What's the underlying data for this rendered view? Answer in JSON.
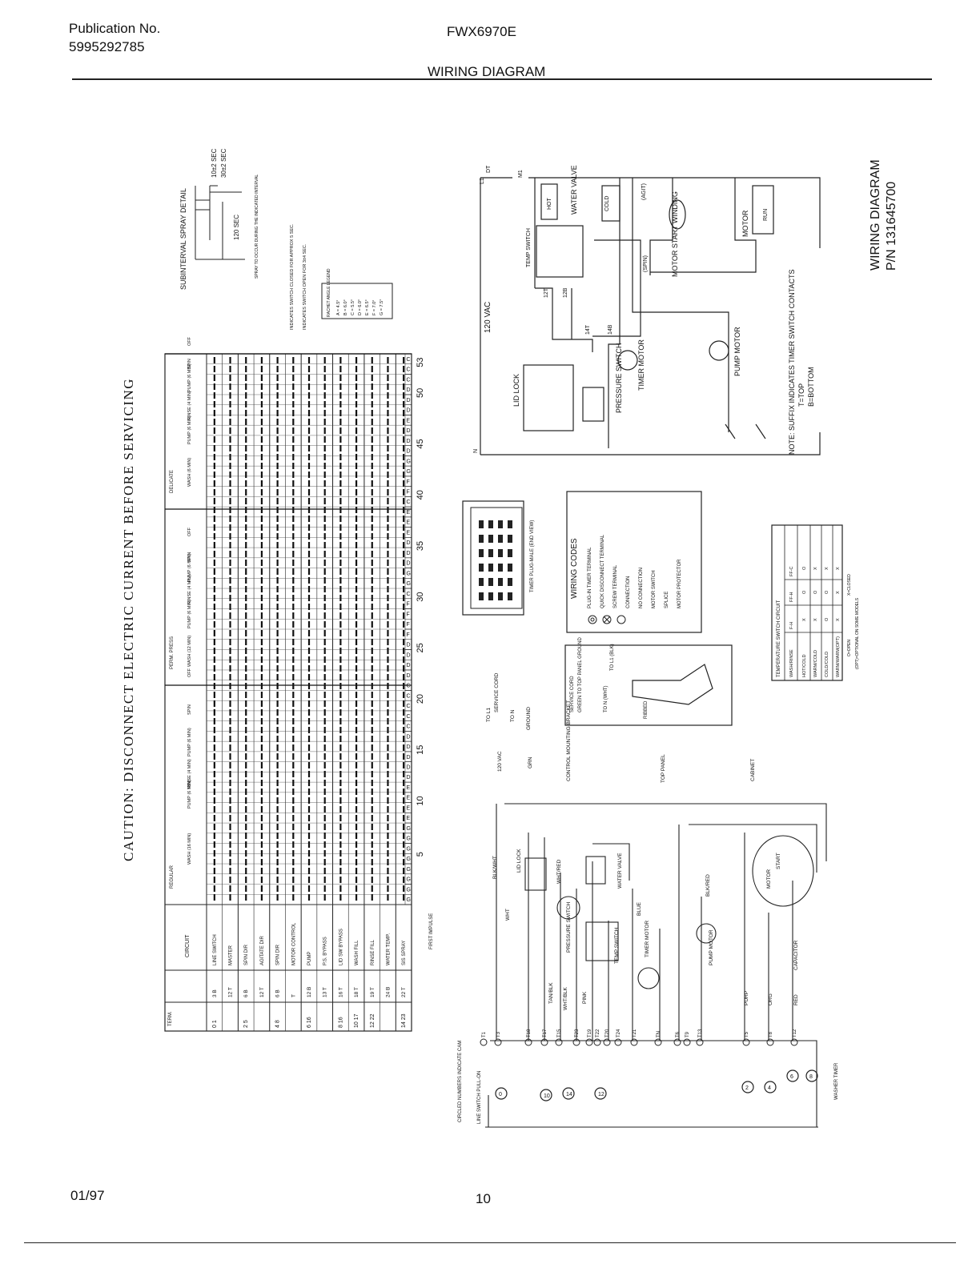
{
  "header": {
    "publication_label": "Publication No.",
    "publication_number": "5995292785",
    "model": "FWX6970E",
    "section_title": "WIRING DIAGRAM"
  },
  "caution": "CAUTION: DISCONNECT ELECTRIC CURRENT BEFORE SERVICING",
  "diagram_title": {
    "line1": "WIRING DIAGRAM",
    "line2": "P/N 131645700"
  },
  "subinterval": {
    "title": "SUBINTERVAL SPRAY DETAIL",
    "t1": "10±2 SEC",
    "t2": "30±2 SEC",
    "t3": "120 SEC",
    "note": "SPRAY TO OCCUR DURING THE INDICATED INTERVAL"
  },
  "symbol_notes": [
    "INDICATES SWITCH CLOSED FOR APPROX 5 SEC.",
    "INDICATES SWITCH OPEN FOR 3±4 SEC."
  ],
  "ratchet_legend": {
    "title": "RACHET ANGLE LEGEND",
    "rows": [
      "A = 4.5°",
      "B = 6.0°",
      "C = 5.5°",
      "D = 6.0°",
      "E = 6.5°",
      "F = 7.0°",
      "G = 7.5°"
    ]
  },
  "timer_chart": {
    "circuit_header": "CIRCUIT",
    "term_header": "TERM.",
    "circuits": [
      {
        "nums": "0 1",
        "term": "3 B",
        "name": "LINE SWITCH"
      },
      {
        "nums": "",
        "term": "12 T",
        "name": "MASTER"
      },
      {
        "nums": "2 5",
        "term": "6 B",
        "name": "SPIN DIR"
      },
      {
        "nums": "",
        "term": "12 T",
        "name": "AGITATE DIR"
      },
      {
        "nums": "4 8",
        "term": "6 B",
        "name": "SPIN DIR"
      },
      {
        "nums": "",
        "term": "T",
        "name": "MOTOR CONTROL"
      },
      {
        "nums": "6 16",
        "term": "12 B",
        "name": "PUMP"
      },
      {
        "nums": "",
        "term": "13 T",
        "name": "P.S. BYPASS"
      },
      {
        "nums": "8 16",
        "term": "16 T",
        "name": "LID SW BYPASS"
      },
      {
        "nums": "10 17",
        "term": "18 T",
        "name": "WASH FILL"
      },
      {
        "nums": "12 22",
        "term": "19 T",
        "name": "RINSE FILL"
      },
      {
        "nums": "",
        "term": "24 B",
        "name": "WATER TEMP."
      },
      {
        "nums": "14 23",
        "term": "22 T",
        "name": "SIS SPRAY"
      }
    ],
    "first_impulse": "FIRST IMPULSE",
    "cycles": [
      "REGULAR",
      "PERM. PRESS",
      "DELICATE"
    ],
    "segments": [
      "WASH (16 MIN)",
      "PUMP (6 MIN)",
      "RINSE (4 MIN)",
      "PUMP (6 MIN)",
      "SPIN",
      "OFF",
      "WASH (12 MIN)",
      "PUMP (6 MIN)",
      "RINSE (4 MIN)",
      "PUMP (6 MIN)",
      "SPIN",
      "OFF",
      "WASH (6 MIN)",
      "PUMP (6 MIN)",
      "RINSE (4 MIN)",
      "PUMP (6 MIN)",
      "SPIN",
      "OFF"
    ],
    "step_numbers": [
      "5",
      "10",
      "15",
      "20",
      "25",
      "30",
      "35",
      "40",
      "45",
      "50",
      "53"
    ],
    "angle_letters": "GGGGGGGGEEEEDDDDDCCCCCDDDDFFFFCGGDDDEEECFFGGDDDEDDDCCCC"
  },
  "schematic": {
    "vac": "120 VAC",
    "labels": [
      "L1",
      "DT",
      "M1",
      "HOT",
      "WATER VALVE",
      "COLD",
      "TEMP SWITCH",
      "MOTOR START WINDING",
      "MOTOR",
      "RUN",
      "TIMER MOTOR",
      "PUMP MOTOR",
      "PRESSURE SWITCH",
      "LID LOCK",
      "N",
      "12T",
      "12B",
      "14T",
      "14B",
      "(SPIN)",
      "(AGIT)"
    ],
    "note": "NOTE: SUFFIX INDICATES TIMER SWITCH CONTACTS",
    "note_t": "T=TOP",
    "note_b": "B=BOTTOM"
  },
  "timer_plug": {
    "caption": "TIMER PLUG-MALE (END VIEW)"
  },
  "wiring_codes": {
    "title": "WIRING CODES",
    "items": [
      "PLUG-IN TIMER TERMINAL",
      "QUICK DISCONNECT TERMINAL",
      "SCREW TERMINAL",
      "CONNECTION",
      "NO CONNECTION",
      "MOTOR SWITCH",
      "SPLICE",
      "MOTOR PROTECTOR"
    ]
  },
  "service_cord": {
    "title": "SERVICE CORD",
    "l1": "GREEN TO TOP PANEL GROUND",
    "l2": "TO L1 (BLK)",
    "l3": "TO N (WHT)",
    "l4": "RIBBED"
  },
  "temp_table": {
    "title": "TEMPERATURE SWITCH CIRCUIT",
    "cols": [
      "WASH/RINSE",
      "F-H",
      "FF-H",
      "FF-C"
    ],
    "rows": [
      [
        "HOT/COLD",
        "X",
        "O",
        "O"
      ],
      [
        "WARM/COLD",
        "X",
        "O",
        "X"
      ],
      [
        "COLD/COLD",
        "O",
        "O",
        "X"
      ],
      [
        "WARM/WARM(OPT)",
        "X",
        "X",
        "X"
      ]
    ],
    "legend1": "X=CLOSED",
    "legend2": "O=OPEN",
    "legend3": "(OPT)=OPTIONAL ON SOME MODELS"
  },
  "pictorial": {
    "labels": [
      "TO L1",
      "SERVICE CORD",
      "TO N",
      "GROUND",
      "120 VAC",
      "CONTROL MOUNTING BRACKET",
      "TOP PANEL",
      "CABINET",
      "GRN",
      "BLK/WHT",
      "LID LOCK",
      "WHT/RED",
      "WATER VALVE",
      "BLK/RED",
      "WHT",
      "PRESSURE SWITCH",
      "TEMP SWITCH",
      "TIMER MOTOR",
      "PUMP MOTOR",
      "MOTOR",
      "START",
      "CAPACITOR",
      "PURP",
      "ORG",
      "RED",
      "BLUE",
      "PINK",
      "TAN/BLK",
      "WHT/BLK"
    ],
    "terminals": [
      "T1",
      "T3",
      "T18",
      "T17",
      "T15",
      "T23",
      "T19",
      "T22",
      "T20",
      "T24",
      "T21",
      "TN",
      "T6",
      "T9",
      "T13",
      "T5",
      "T8",
      "T12"
    ],
    "cam_numbers": [
      "0",
      "10",
      "14",
      "12",
      "2",
      "4",
      "6",
      "8"
    ],
    "circled_note": "CIRCLED NUMBERS INDICATE CAM",
    "line_switch": "LINE SWITCH PULL-ON",
    "washer_timer": "WASHER TIMER"
  },
  "footer": {
    "date": "01/97",
    "page": "10"
  }
}
